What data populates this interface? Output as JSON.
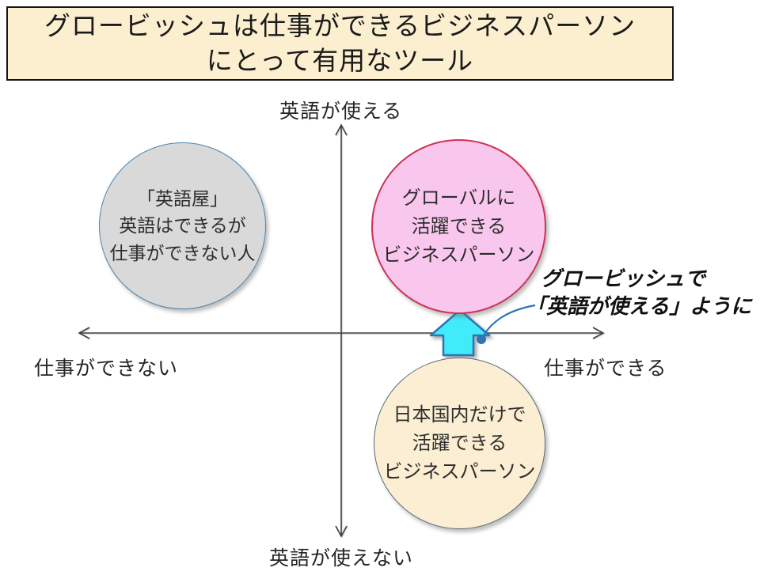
{
  "title": {
    "text": "グロービッシュは仕事ができるビジネスパーソン\nにとって有用なツール"
  },
  "axes": {
    "top_label": "英語が使える",
    "bottom_label": "英語が使えない",
    "left_label": "仕事ができない",
    "right_label": "仕事ができる"
  },
  "circles": {
    "english_shop": {
      "text": "「英語屋」\n英語はできるが\n仕事ができない人"
    },
    "global_business": {
      "text": "グローバルに\n活躍できる\nビジネスパーソン"
    },
    "domestic_business": {
      "text": "日本国内だけで\n活躍できる\nビジネスパーソン"
    }
  },
  "annotation": {
    "line1": "グロービッシュで",
    "line2": "「英語が使える」ように"
  },
  "colors": {
    "title-bg": "#fcefd0",
    "gray-fill": "#d9d9d9",
    "gray-border": "#4a86b4",
    "pink-fill": "#f9c7ee",
    "pink-border": "#cc3355",
    "cream-fill": "#fbeed2",
    "cream-border": "#5d6b7a",
    "cyan-fill": "#40ebfa",
    "cyan-border": "#2e75b6",
    "callout-blue": "#2e75b6",
    "axis-color": "#404040",
    "text-color": "#1f1f1f"
  }
}
